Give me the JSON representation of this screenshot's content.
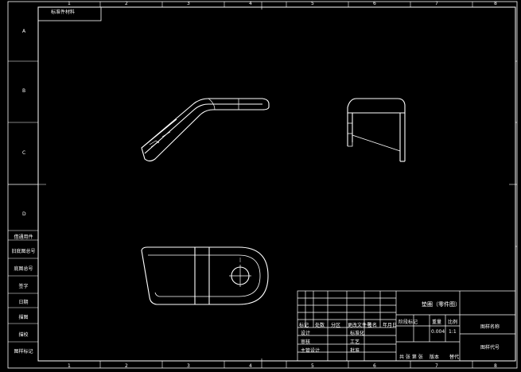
{
  "header_box_label": "标准件材料",
  "zone_numbers": [
    "1",
    "2",
    "3",
    "4",
    "5",
    "6",
    "7",
    "8"
  ],
  "zone_letters": [
    "A",
    "B",
    "C",
    "D"
  ],
  "side_cells": [
    "借通用件",
    "旧底图总号",
    "底图总号",
    "签字",
    "日期",
    "描图",
    "描校",
    "图样标记"
  ],
  "title_block": {
    "part_name": "垫圈（零件图）",
    "weight_label": "重量",
    "scale_label": "比例",
    "marks_label": "阶段标记",
    "weight_value": "0.004",
    "scale_value": "1:1",
    "mark_label": "标记",
    "count_label": "处数",
    "zone_label": "分区",
    "doc_label": "更改文件号",
    "sign_label": "签名",
    "date_label": "年月日",
    "design_label": "设计",
    "standard_label": "标准化",
    "check_label": "审核",
    "process_label": "工艺",
    "approve_label": "批准",
    "chief_label": "主管设计",
    "sheet_label": "共 张 第 张",
    "version_label": "版本",
    "replace_label": "替代",
    "company": "图样名称",
    "drawing_no": "图样代号"
  },
  "colors": {
    "background": "#000000",
    "line": "#ffffff"
  }
}
